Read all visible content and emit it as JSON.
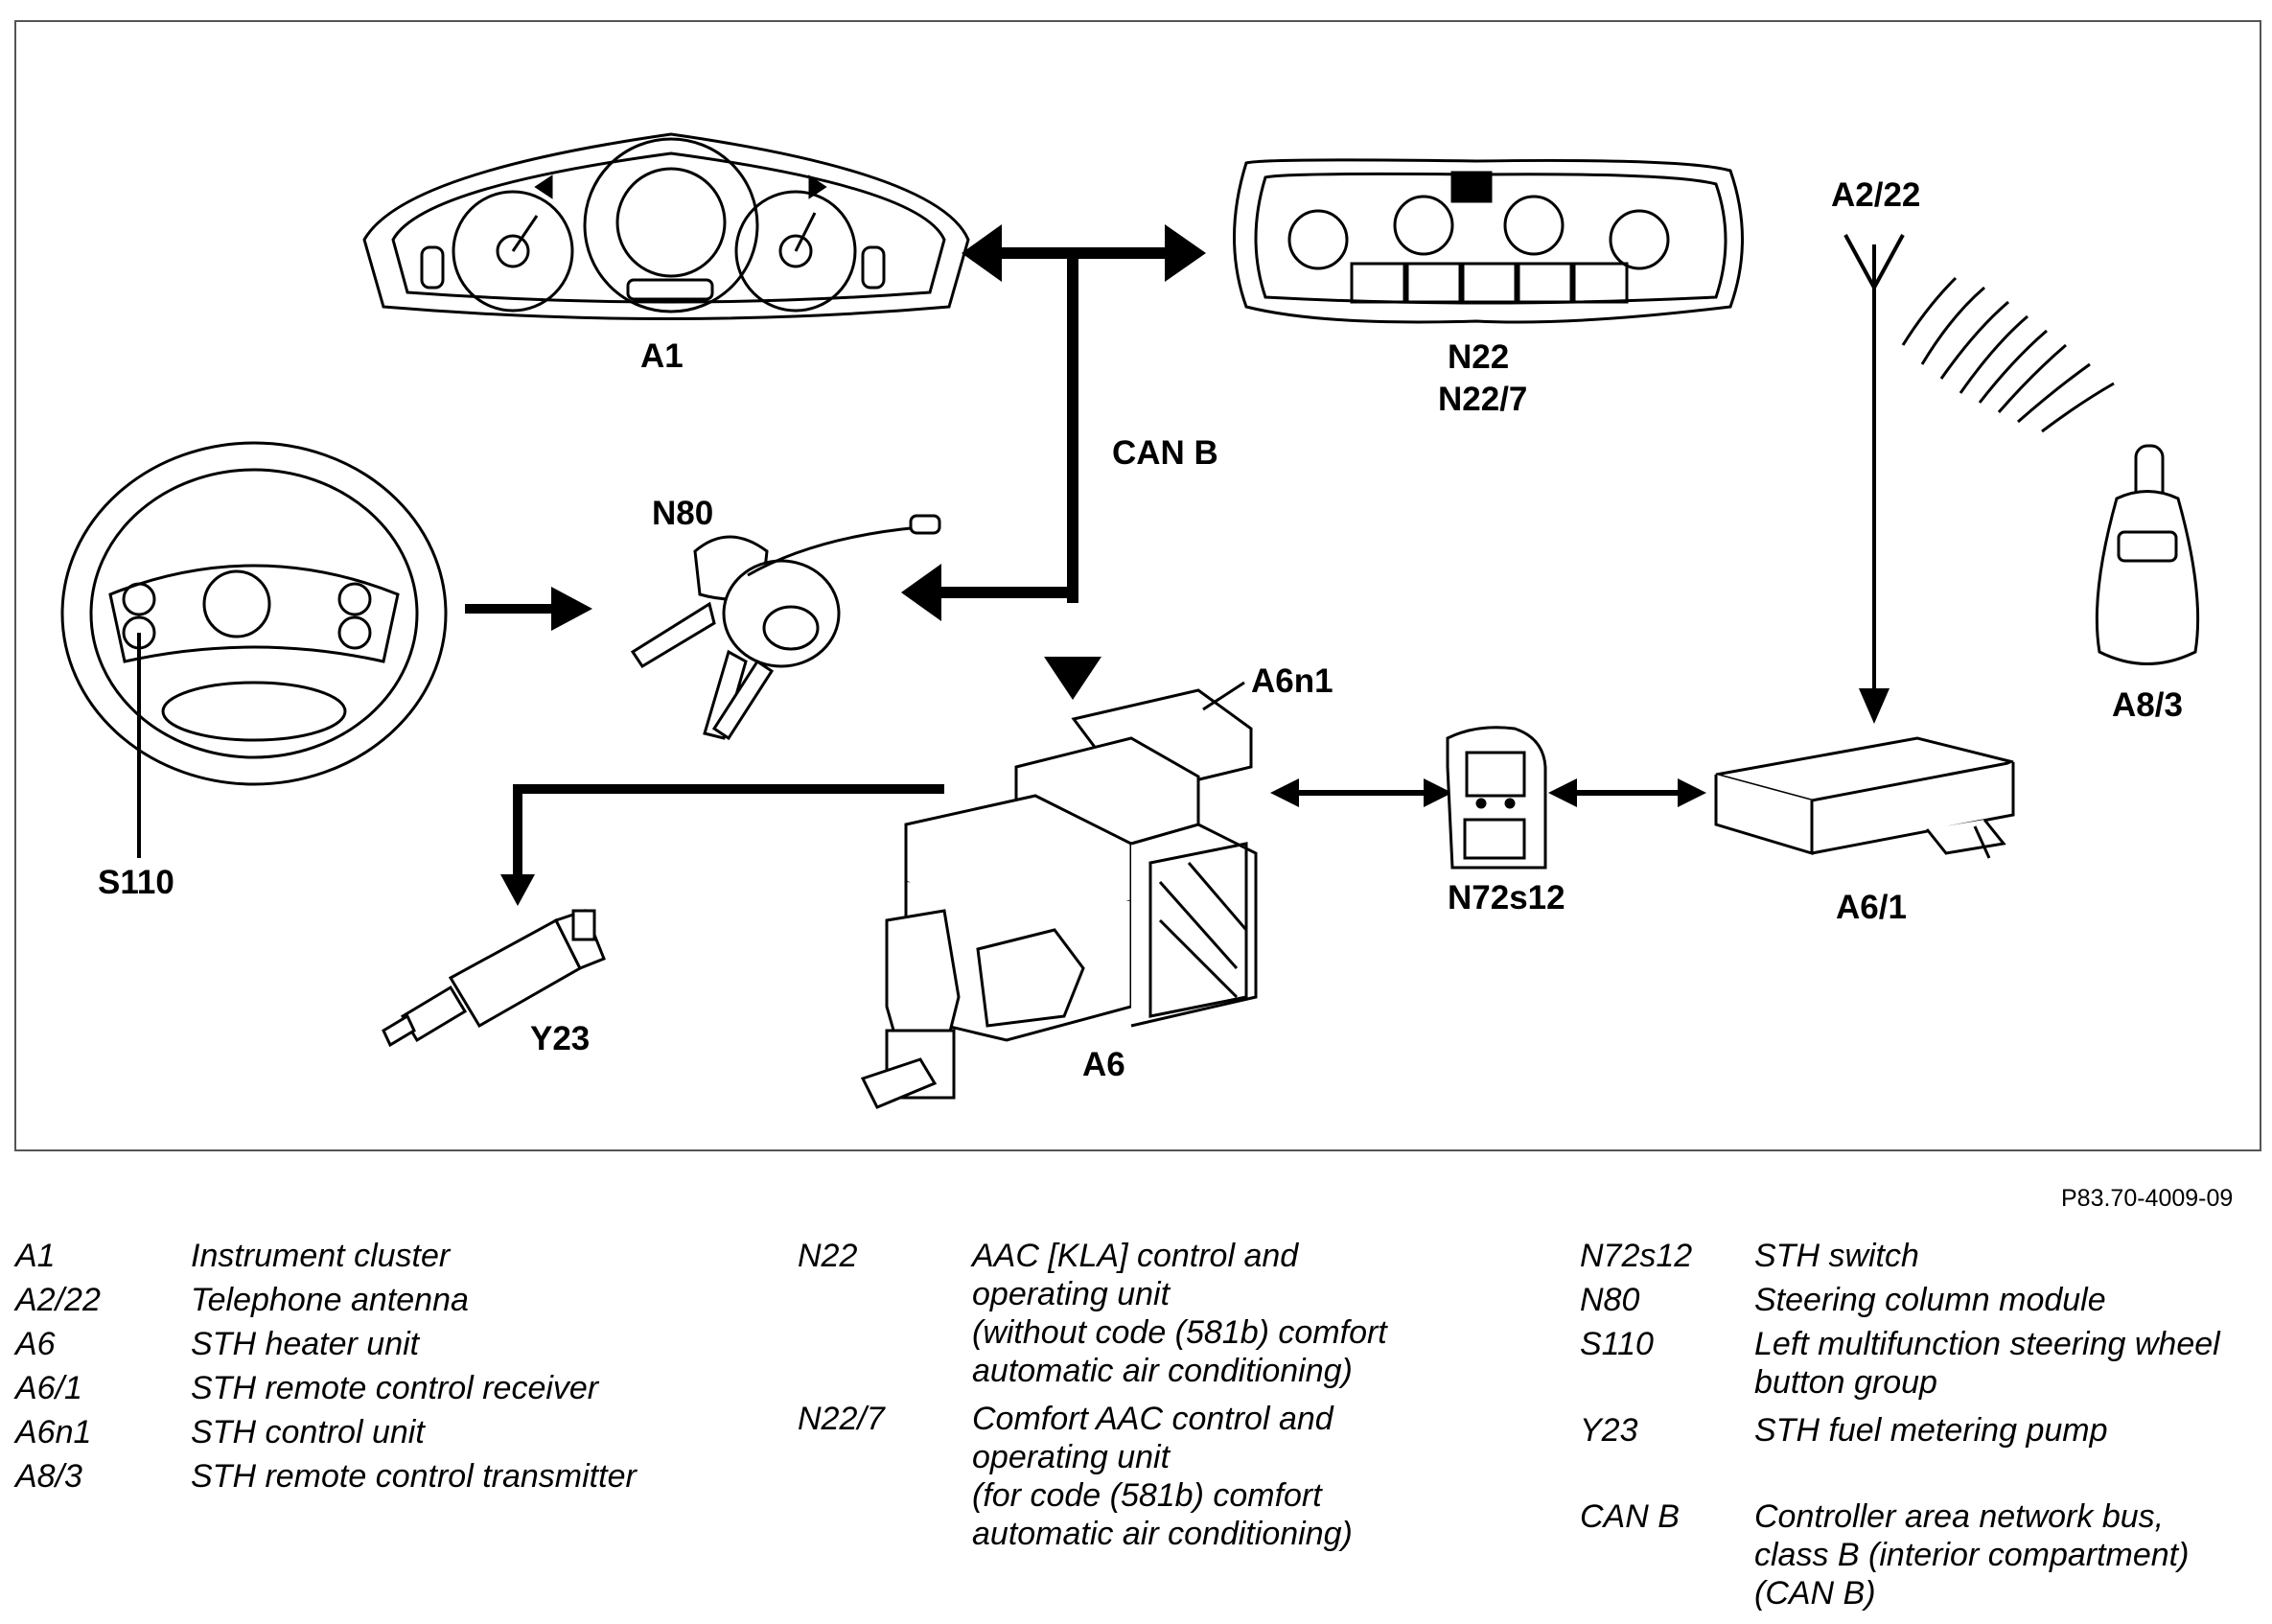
{
  "diagram": {
    "labels": {
      "a1": "A1",
      "n22": "N22",
      "n22_7": "N22/7",
      "a2_22": "A2/22",
      "can_b": "CAN B",
      "n80": "N80",
      "s110": "S110",
      "a6n1": "A6n1",
      "a8_3": "A8/3",
      "n72s12": "N72s12",
      "a6_1": "A6/1",
      "y23": "Y23",
      "a6": "A6"
    },
    "figure_ref": "P83.70-4009-09"
  },
  "legend": {
    "col1": [
      {
        "code": "A1",
        "desc": "Instrument cluster"
      },
      {
        "code": "A2/22",
        "desc": "Telephone antenna"
      },
      {
        "code": "A6",
        "desc": "STH heater unit"
      },
      {
        "code": "A6/1",
        "desc": "STH remote control receiver"
      },
      {
        "code": "A6n1",
        "desc": "STH control unit"
      },
      {
        "code": "A8/3",
        "desc": "STH remote control transmitter"
      }
    ],
    "col2": [
      {
        "code": "N22",
        "desc_lines": [
          "AAC [KLA] control and",
          "operating unit",
          "(without code (581b) comfort",
          "automatic air conditioning)"
        ]
      },
      {
        "code": "N22/7",
        "desc_lines": [
          "Comfort AAC control and",
          "operating unit",
          "(for code (581b) comfort",
          "automatic air conditioning)"
        ]
      }
    ],
    "col3": [
      {
        "code": "N72s12",
        "desc_lines": [
          "STH switch"
        ]
      },
      {
        "code": "N80",
        "desc_lines": [
          "Steering column module"
        ]
      },
      {
        "code": "S110",
        "desc_lines": [
          "Left multifunction steering wheel",
          "button group"
        ]
      },
      {
        "code": "Y23",
        "desc_lines": [
          "STH fuel metering pump"
        ]
      },
      {
        "code": "CAN B",
        "desc_lines": [
          "Controller area network bus,",
          "class B (interior compartment)",
          "(CAN B)"
        ]
      }
    ]
  }
}
